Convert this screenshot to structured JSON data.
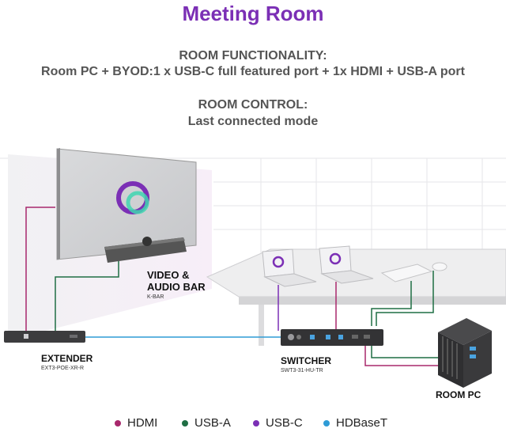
{
  "title": "Meeting Room",
  "functionality": {
    "heading": "ROOM FUNCTIONALITY:",
    "text": "Room PC + BYOD:1 x USB-C full featured port + 1x HDMI + USB-A port"
  },
  "control": {
    "heading": "ROOM CONTROL:",
    "text": "Last connected mode"
  },
  "devices": {
    "video_bar": {
      "name_line1": "VIDEO &",
      "name_line2": "AUDIO BAR",
      "model": "K-BAR"
    },
    "extender": {
      "name": "EXTENDER",
      "model": "EXT3-POE-XR-R"
    },
    "switcher": {
      "name": "SWITCHER",
      "model": "SWT3-31-HU-TR"
    },
    "room_pc": {
      "name": "ROOM PC"
    }
  },
  "legend": [
    {
      "label": "HDMI",
      "color": "#a8286c"
    },
    {
      "label": "USB-A",
      "color": "#1f6e44"
    },
    {
      "label": "USB-C",
      "color": "#7b2fb5"
    },
    {
      "label": "HDBaseT",
      "color": "#2e9bd6"
    }
  ]
}
